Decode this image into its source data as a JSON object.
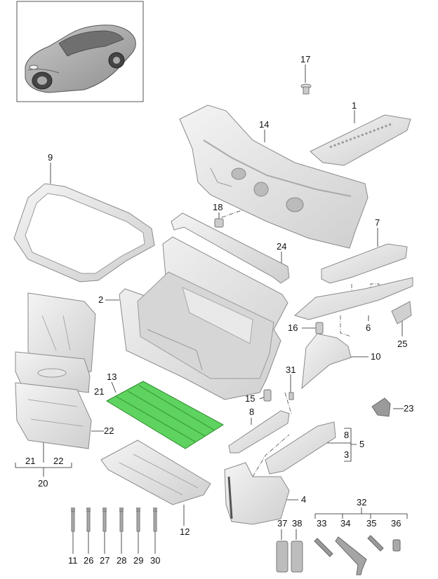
{
  "colors": {
    "part_fill": "#e6e6e6",
    "part_stroke": "#8a8a8a",
    "part_shadow": "#bdbdbd",
    "highlight_fill": "#5fd35f",
    "highlight_stroke": "#2e8b2e",
    "line": "#222222",
    "bracket": "#222222"
  },
  "callouts": {
    "p1": "1",
    "p2": "2",
    "p3": "3",
    "p4": "4",
    "p5": "5",
    "p6": "6",
    "p7": "7",
    "p8a": "8",
    "p8b": "8",
    "p9": "9",
    "p10": "10",
    "p11": "11",
    "p12": "12",
    "p13": "13",
    "p14": "14",
    "p15": "15",
    "p16": "16",
    "p17": "17",
    "p18": "18",
    "p20": "20",
    "p21a": "21",
    "p21b": "21",
    "p22a": "22",
    "p22b": "22",
    "p23": "23",
    "p24": "24",
    "p25": "25",
    "p26": "26",
    "p27": "27",
    "p28": "28",
    "p29": "29",
    "p30": "30",
    "p31": "31",
    "p32": "32",
    "p33": "33",
    "p34": "34",
    "p35": "35",
    "p36": "36",
    "p37": "37",
    "p38": "38"
  },
  "icons": {
    "car": "car-thumbnail-icon",
    "highlighted_part": "green-floor-panel"
  }
}
